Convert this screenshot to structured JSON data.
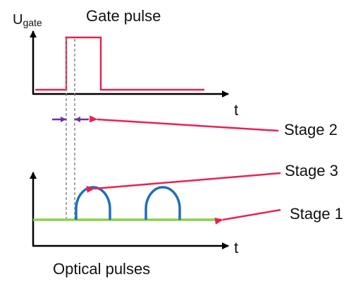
{
  "top_plot": {
    "axis_label_main": "U",
    "axis_label_sub": "gate",
    "title": "Gate pulse",
    "time_label": "t"
  },
  "bottom_plot": {
    "time_label": "t",
    "title": "Optical pulses"
  },
  "stages": {
    "stage1": "Stage 1",
    "stage2": "Stage 2",
    "stage3": "Stage 3"
  },
  "colors": {
    "axis": "#000000",
    "gate_pulse": "#e8234f",
    "arrow": "#e8234f",
    "optical_pulse": "#1f6fb8",
    "baseline": "#8ecf4f",
    "interval_marker": "#7030a0",
    "guide_line": "#888888",
    "background": "#ffffff"
  }
}
